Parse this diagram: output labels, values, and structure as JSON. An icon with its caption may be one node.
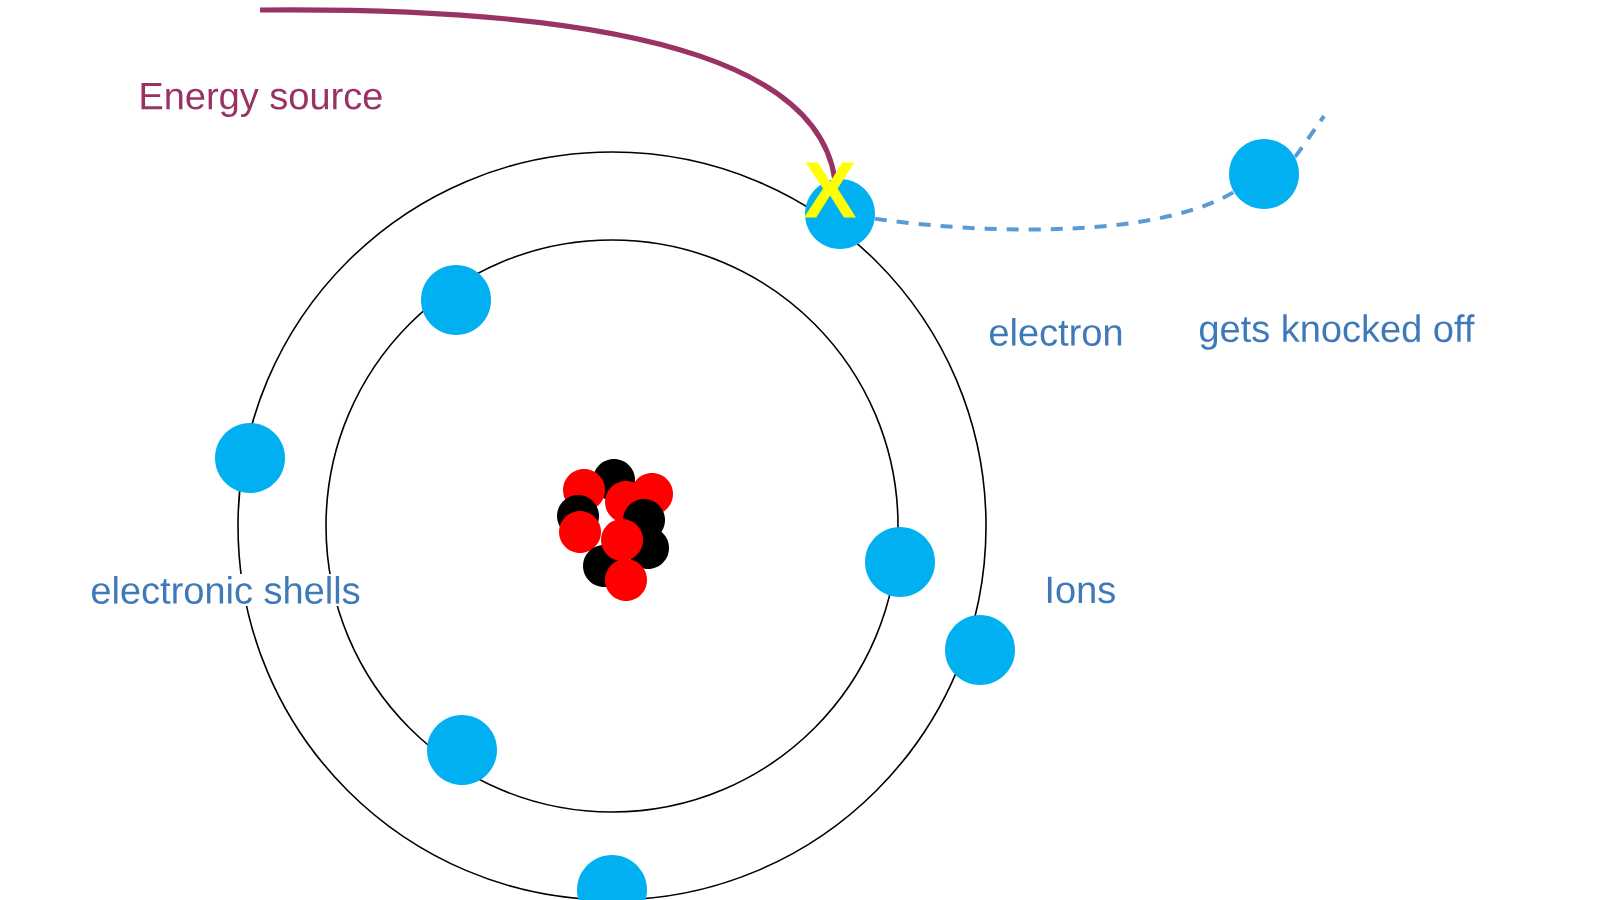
{
  "diagram": {
    "nodes": [
      {
        "text": [],
        "shape": "circle"
      },
      {
        "text": [],
        "shape": "circle"
      },
      {
        "text": [],
        "shape": "circle"
      },
      {
        "text": [],
        "shape": "circle"
      },
      {
        "text": [],
        "shape": "circle"
      },
      {
        "text": [],
        "shape": "circle"
      },
      {
        "text": [],
        "shape": "circle"
      },
      {
        "text": [],
        "shape": "circle"
      }
    ],
    "edges": [
      {
        "from": null,
        "to": 4,
        "arrow": "none",
        "color": "#993366"
      },
      {
        "from": 4,
        "to": 7,
        "arrow": "none",
        "style": "dashed",
        "color": "#5b9bd5"
      },
      {
        "from": 7,
        "to": null,
        "arrow": "none",
        "style": "dashed",
        "color": "#5b9bd5"
      }
    ],
    "labels": [
      "Energy source",
      "X",
      "electron",
      "gets knocked off",
      "electronic shells",
      "Ions"
    ]
  }
}
